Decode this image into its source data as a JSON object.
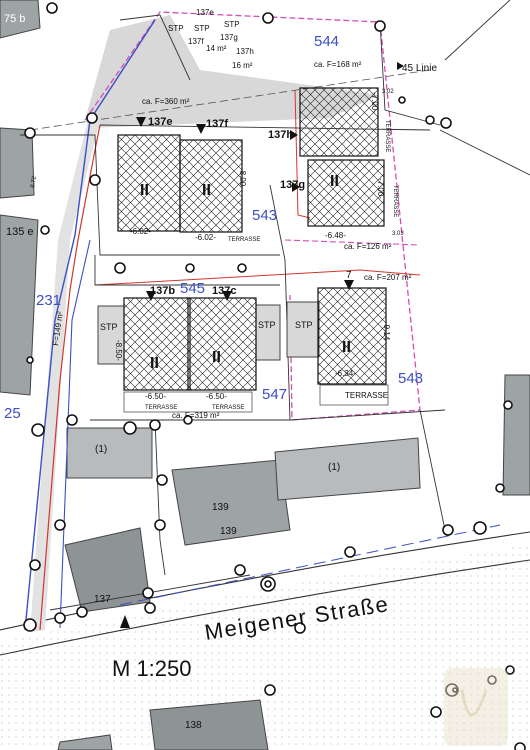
{
  "plan": {
    "street_name": "Meigener Straße",
    "scale": "M 1:250",
    "line_label": "45 Linie"
  },
  "parcels": {
    "p75b": "75 b",
    "p135e": "135 e",
    "p231": "231",
    "p25": "25",
    "p543": "543",
    "p544": "544",
    "p545": "545",
    "p547": "547",
    "p548": "548"
  },
  "buildings": {
    "b139a": "139",
    "b139b": "139",
    "b137": "137",
    "b138": "138",
    "b1_left": "(1)",
    "b1_right": "(1)",
    "b7": "7"
  },
  "units": {
    "u137e": "137e",
    "u137f": "137f",
    "u137h": "137h",
    "u137g": "137g",
    "u137b": "137b",
    "u137c": "137c",
    "gable": "II"
  },
  "top_labels": {
    "t137e": "137e",
    "stp": "STP",
    "t137f": "137f",
    "t137g": "137g",
    "t137h": "137h",
    "area14": "14 m²",
    "area16": "16 m²"
  },
  "areas": {
    "a360": "ca. F=360 m²",
    "a168": "ca. F=168 m²",
    "a126": "ca. F=126 m²",
    "a207": "ca. F=207 m²",
    "a319": "ca. F=319 m²",
    "a149": "F=149 m²"
  },
  "labels": {
    "terrasse": "TERRASSE",
    "stp": "STP"
  },
  "dims": {
    "d602": "-6.02-",
    "d800": "-8.00-",
    "d700": "-7.00-",
    "d648": "-6.48-",
    "d650": "-6.50-",
    "d850": "-8.50-",
    "d634": "-6.34-",
    "d914": "-9.14-",
    "d303": "3.03",
    "d302": "3.02",
    "d872": "8.72"
  }
}
